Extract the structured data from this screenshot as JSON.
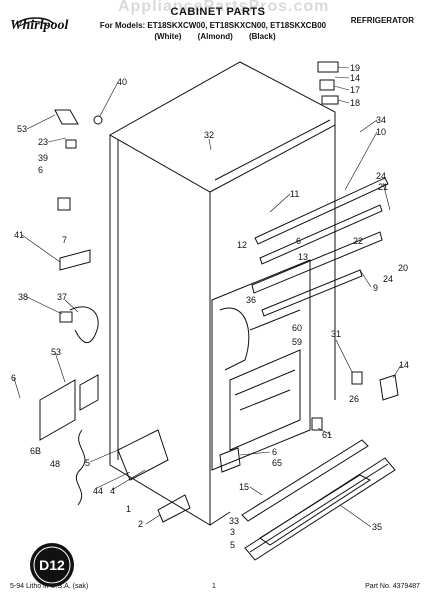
{
  "header": {
    "watermark": "AppliancePartsPros.com",
    "title": "CABINET PARTS",
    "models": "For Models: ET18SKXCW00, ET18SKXCN00, ET18SKXCB00",
    "colors": "(White) (Almond) (Black)",
    "department": "REFRIGERATOR",
    "brand": "Whirlpool"
  },
  "badge": "D12",
  "footer": {
    "left": "5-94 Litho in U.S.A. (sak)",
    "page": "1",
    "part_no": "Part No. 4379487"
  },
  "callouts": [
    {
      "id": "c19",
      "text": "19"
    },
    {
      "id": "c14a",
      "text": "14"
    },
    {
      "id": "c17",
      "text": "17"
    },
    {
      "id": "c18",
      "text": "18"
    },
    {
      "id": "c34",
      "text": "34"
    },
    {
      "id": "c10",
      "text": "10"
    },
    {
      "id": "c40",
      "text": "40"
    },
    {
      "id": "c53a",
      "text": "53"
    },
    {
      "id": "c23",
      "text": "23"
    },
    {
      "id": "c39",
      "text": "39"
    },
    {
      "id": "c6a",
      "text": "6"
    },
    {
      "id": "c7",
      "text": "7"
    },
    {
      "id": "c41",
      "text": "41"
    },
    {
      "id": "c32",
      "text": "32"
    },
    {
      "id": "c11",
      "text": "11"
    },
    {
      "id": "c12",
      "text": "12"
    },
    {
      "id": "c6b",
      "text": "6"
    },
    {
      "id": "c13",
      "text": "13"
    },
    {
      "id": "c24a",
      "text": "24"
    },
    {
      "id": "c21",
      "text": "21"
    },
    {
      "id": "c22",
      "text": "22"
    },
    {
      "id": "c20",
      "text": "20"
    },
    {
      "id": "c24b",
      "text": "24"
    },
    {
      "id": "c9",
      "text": "9"
    },
    {
      "id": "c38",
      "text": "38"
    },
    {
      "id": "c37",
      "text": "37"
    },
    {
      "id": "c36",
      "text": "36"
    },
    {
      "id": "c60",
      "text": "60"
    },
    {
      "id": "c59",
      "text": "59"
    },
    {
      "id": "c53b",
      "text": "53"
    },
    {
      "id": "c31",
      "text": "31"
    },
    {
      "id": "c14b",
      "text": "14"
    },
    {
      "id": "c6c",
      "text": "6"
    },
    {
      "id": "c26",
      "text": "26"
    },
    {
      "id": "c8",
      "text": "6B"
    },
    {
      "id": "c48",
      "text": "48"
    },
    {
      "id": "c61",
      "text": "61"
    },
    {
      "id": "c5a",
      "text": "5"
    },
    {
      "id": "c44",
      "text": "44"
    },
    {
      "id": "c4",
      "text": "4"
    },
    {
      "id": "c6d",
      "text": "6"
    },
    {
      "id": "c65",
      "text": "65"
    },
    {
      "id": "c15",
      "text": "15"
    },
    {
      "id": "c1",
      "text": "1"
    },
    {
      "id": "c2",
      "text": "2"
    },
    {
      "id": "c33",
      "text": "33"
    },
    {
      "id": "c3",
      "text": "3"
    },
    {
      "id": "c5b",
      "text": "5"
    },
    {
      "id": "c35",
      "text": "35"
    }
  ]
}
